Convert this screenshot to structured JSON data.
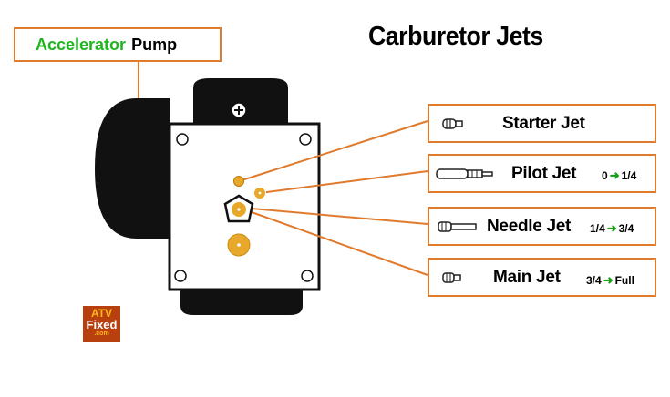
{
  "title": "Carburetor Jets",
  "accelerator_label": {
    "first": "Accelerator",
    "second": "Pump"
  },
  "jets": [
    {
      "name": "Starter Jet",
      "range_from": "",
      "range_to": ""
    },
    {
      "name": "Pilot Jet",
      "range_from": "0",
      "range_to": "1/4"
    },
    {
      "name": "Needle Jet",
      "range_from": "1/4",
      "range_to": "3/4"
    },
    {
      "name": "Main Jet",
      "range_from": "3/4",
      "range_to": "Full"
    }
  ],
  "logo": {
    "line1": "ATV",
    "line2": "Fixed",
    "line3": ".com"
  },
  "colors": {
    "leader": "#e07a2c",
    "jet": "#e8a92b",
    "accent": "#1fb51f",
    "range_arrow": "#1a9f1a"
  },
  "icons": [
    "starter-jet-icon",
    "pilot-jet-icon",
    "needle-jet-icon",
    "main-jet-icon",
    "arrow-right-icon"
  ]
}
